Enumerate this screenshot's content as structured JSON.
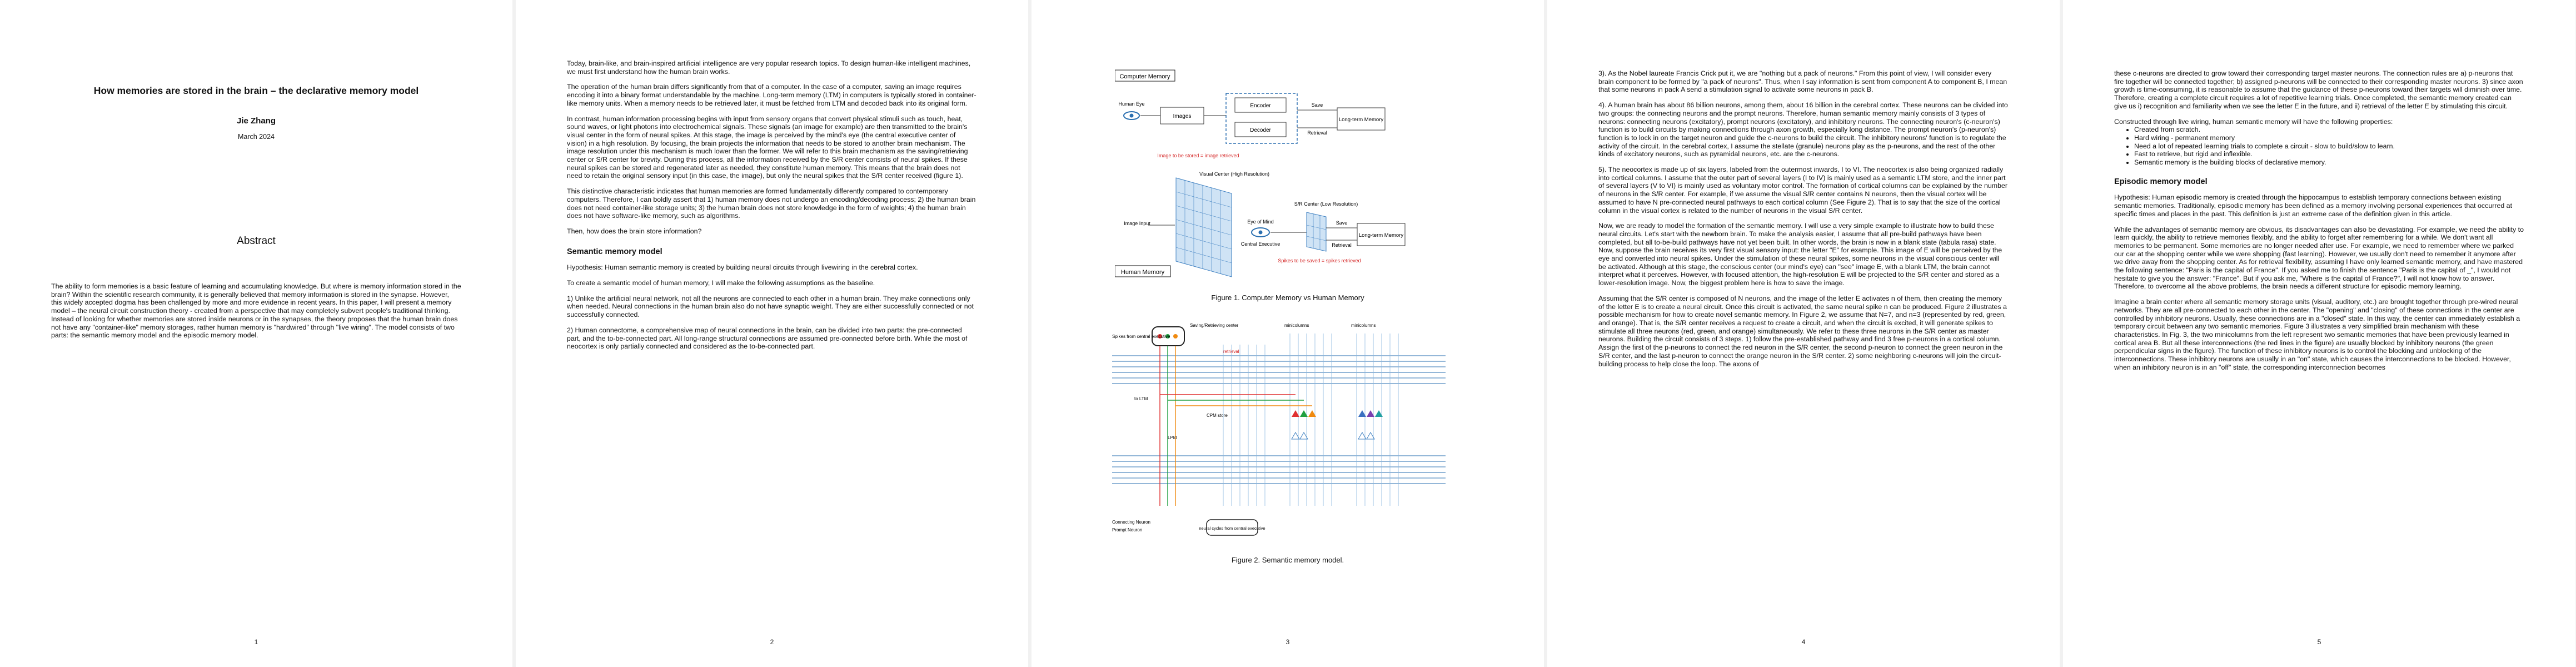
{
  "pages": [
    {
      "number": "1",
      "title": "How memories are stored in the brain – the declarative memory model",
      "author": "Jie Zhang",
      "date": "March 2024",
      "abstract_heading": "Abstract",
      "abstract": "The ability to form memories is a basic feature of learning and accumulating knowledge. But where is memory information stored in the brain? Within the scientific research community, it is generally believed that memory information is stored in the synapse. However, this widely accepted dogma has been challenged by more and more evidence in recent years. In this paper, I will present a memory model – the neural circuit construction theory - created from a perspective that may completely subvert people's traditional thinking. Instead of looking for whether memories are stored inside neurons or in the synapses, the theory proposes that the human brain does not have any \"container-like\" memory storages, rather human memory is \"hardwired\" through \"live wiring\". The model consists of two parts: the semantic memory model and the episodic memory model."
    },
    {
      "number": "2",
      "paragraphs": [
        "Today, brain-like, and brain-inspired artificial intelligence are very popular research topics. To design human-like intelligent machines, we must first understand how the human brain works.",
        "The operation of the human brain differs significantly from that of a computer. In the case of a computer, saving an image requires encoding it into a binary format understandable by the machine. Long-term memory (LTM) in computers is typically stored in container-like memory units. When a memory needs to be retrieved later, it must be fetched from LTM and decoded back into its original form.",
        "In contrast, human information processing begins with input from sensory organs that convert physical stimuli such as touch, heat, sound waves, or light photons into electrochemical signals. These signals (an image for example) are then transmitted to the brain's visual center in the form of neural spikes. At this stage, the image is perceived by the mind's eye (the central executive center of vision) in a high resolution. By focusing, the brain projects the information that needs to be stored to another brain mechanism. The image resolution under this mechanism is much lower than the former. We will refer to this brain mechanism as the saving/retrieving center or S/R center for brevity. During this process, all the information received by the S/R center consists of neural spikes. If these neural spikes can be stored and regenerated later as needed, they constitute human memory. This means that the brain does not need to retain the original sensory input (in this case, the image), but only the neural spikes that the S/R center received (figure 1).",
        "This distinctive characteristic indicates that human memories are formed fundamentally differently compared to contemporary computers. Therefore, I can boldly assert that 1) human memory does not undergo an encoding/decoding process; 2) the human brain does not need container-like storage units; 3) the human brain does not store knowledge in the form of weights; 4) the human brain does not have software-like memory, such as algorithms.",
        "Then, how does the brain store information?"
      ],
      "section": "Semantic memory model",
      "paragraphs2": [
        "Hypothesis: Human semantic memory is created by building neural circuits through livewiring in the cerebral cortex.",
        "To create a semantic model of human memory, I will make the following assumptions as the baseline.",
        "1) Unlike the artificial neural network, not all the neurons are connected to each other in a human brain. They make connections only when needed. Neural connections in the human brain also do not have synaptic weight. They are either successfully connected or not successfully connected.",
        "2) Human connectome, a comprehensive map of neural connections in the brain, can be divided into two parts: the pre-connected part, and the to-be-connected part. All long-range structural connections are assumed pre-connected before birth. While the most of neocortex is only partially connected and considered as the to-be-connected part."
      ]
    },
    {
      "number": "3",
      "figure1": {
        "title_top": "Computer Memory",
        "human_eye": "Human Eye",
        "images": "Images",
        "encoder": "Encoder",
        "decoder": "Decoder",
        "save": "Save",
        "retrieval": "Retrieval",
        "ltm": "Long-term Memory",
        "red_note_top": "Image to be stored = image retrieved",
        "visual_center": "Visual Center (High Resolution)",
        "sr_center": "S/R Center (Low Resolution)",
        "image_input": "Image Input",
        "eye_of_mind": "Eye of Mind",
        "central_exec": "Central Executive",
        "save2": "Save",
        "retrieval2": "Retrieval",
        "ltm2": "Long-term Memory",
        "red_note_bottom": "Spikes to be saved = spikes retrieved",
        "title_bottom": "Human Memory",
        "caption": "Figure 1. Computer Memory vs Human Memory"
      },
      "figure2": {
        "sr_center": "Saving/Retrieving center",
        "spikes_from": "Spikes from central executive",
        "minicolumns1": "minicolumns",
        "minicolumns2": "minicolumns",
        "retrieval": "retrieval",
        "to_ltm": "to LTM",
        "lpm": "LPM",
        "cpm_store": "CPM store",
        "connecting": "Connecting Neuron",
        "prompt": "Prompt Neuron",
        "neural_cycle": "neural cycles from central executive",
        "caption": "Figure 2. Semantic memory model."
      }
    },
    {
      "number": "4",
      "paragraphs": [
        "3). As the Nobel laureate Francis Crick put it, we are \"nothing but a pack of neurons.\" From this point of view, I will consider every brain component to be formed by \"a pack of neurons\". Thus, when I say information is sent from component A to component B, I mean that some neurons in pack A send a stimulation signal to activate some neurons in pack B.",
        "4). A human brain has about 86 billion neurons, among them, about 16 billion in the cerebral cortex. These neurons can be divided into two groups: the connecting neurons and the prompt neurons. Therefore, human semantic memory mainly consists of 3 types of neurons: connecting neurons (excitatory), prompt neurons (excitatory), and inhibitory neurons. The connecting neuron's (c-neuron's) function is to build circuits by making connections through axon growth, especially long distance. The prompt neuron's (p-neuron's) function is to lock in on the target neuron and guide the c-neurons to build the circuit. The inhibitory neurons' function is to regulate the activity of the circuit. In the cerebral cortex, I assume the stellate (granule) neurons play as the p-neurons, and the rest of the other kinds of excitatory neurons, such as pyramidal neurons, etc. are the c-neurons.",
        "5). The neocortex is made up of six layers, labeled from the outermost inwards, I to VI. The neocortex is also being organized radially into cortical columns. I assume that the outer part of several layers (I to IV) is mainly used as a semantic LTM store, and the inner part of several layers (V to VI) is mainly used as voluntary motor control. The formation of cortical columns can be explained by the number of neurons in the S/R center. For example, if we assume the visual S/R center contains N neurons, then the visual cortex will be assumed to have N pre-connected neural pathways to each cortical column (See Figure 2). That is to say that the size of the cortical column in the visual cortex is related to the number of neurons in the visual S/R center.",
        "Now, we are ready to model the formation of the semantic memory. I will use a very simple example to illustrate how to build these neural circuits. Let's start with the newborn brain. To make the analysis easier, I assume that all pre-build pathways have been completed, but all to-be-build pathways have not yet been built. In other words, the brain is now in a blank state (tabula rasa) state. Now, suppose the brain receives its very first visual sensory input: the letter \"E\" for example. This image of E will be perceived by the eye and converted into neural spikes. Under the stimulation of these neural spikes, some neurons in the visual conscious center will be activated. Although at this stage, the conscious center (our mind's eye) can \"see\" image E, with a blank LTM, the brain cannot interpret what it perceives. However, with focused attention, the high-resolution E will be projected to the S/R center and stored as a lower-resolution image. Now, the biggest problem here is how to save the image.",
        "Assuming that the S/R center is composed of N neurons, and the image of the letter E activates n of them, then creating the memory of the letter E is to create a neural circuit. Once this circuit is activated, the same neural spike n can be produced. Figure 2 illustrates a possible mechanism for how to create novel semantic memory. In Figure 2, we assume that N=7, and n=3 (represented by red, green, and orange). That is, the S/R center receives a request to create a circuit, and when the circuit is excited, it will generate spikes to stimulate all three neurons (red, green, and orange) simultaneously. We refer to these three neurons in the S/R center as master neurons. Building the circuit consists of 3 steps. 1) follow the pre-established pathway and find 3 free p-neurons in a cortical column. Assign the first of the p-neurons to connect the red neuron in the S/R center, the second p-neuron to connect the green neuron in the S/R center, and the last p-neuron to connect the orange neuron in the S/R center. 2) some neighboring c-neurons will join the circuit-building process to help close the loop. The axons of"
      ]
    },
    {
      "number": "5",
      "paragraphs": [
        "these c-neurons are directed to grow toward their corresponding target master neurons. The connection rules are a) p-neurons that fire together will be connected together; b) assigned p-neurons will be connected to their corresponding master neurons. 3) since axon growth is time-consuming, it is reasonable to assume that the guidance of these p-neurons toward their targets will diminish over time. Therefore, creating a complete circuit requires a lot of repetitive learning trials. Once completed, the semantic memory created can give us i) recognition and familiarity when we see the letter E in the future, and ii) retrieval of the letter E by stimulating this circuit.",
        "Constructed through live wiring, human semantic memory will have the following properties:"
      ],
      "bullets": [
        "Created from scratch.",
        "Hard wiring - permanent memory",
        "Need a lot of repeated learning trials to complete a circuit - slow to build/slow to learn.",
        "Fast to retrieve, but rigid and inflexible.",
        "Semantic memory is the building blocks of declarative memory."
      ],
      "section": "Episodic memory model",
      "paragraphs2": [
        "Hypothesis: Human episodic memory is created through the hippocampus to establish temporary connections between existing semantic memories. Traditionally, episodic memory has been defined as a memory involving personal experiences that occurred at specific times and places in the past. This definition is just an extreme case of the definition given in this article.",
        "While the advantages of semantic memory are obvious, its disadvantages can also be devastating. For example, we need the ability to learn quickly, the ability to retrieve memories flexibly, and the ability to forget after remembering for a while. We don't want all memories to be permanent. Some memories are no longer needed after use. For example, we need to remember where we parked our car at the shopping center while we were shopping (fast learning). However, we usually don't need to remember it anymore after we drive away from the shopping center. As for retrieval flexibility, assuming I have only learned semantic memory, and have mastered the following sentence: \"Paris is the capital of France\". If you asked me to finish the sentence \"Paris is the capital of _\", I would not hesitate to give you the answer: \"France\". But if you ask me, \"Where is the capital of France?\", I will not know how to answer. Therefore, to overcome all the above problems, the brain needs a different structure for episodic memory learning.",
        "Imagine a brain center where all semantic memory storage units (visual, auditory, etc.) are brought together through pre-wired neural networks. They are all pre-connected to each other in the center. The \"opening\" and \"closing\" of these connections in the center are controlled by inhibitory neurons. Usually, these connections are in a \"closed\" state. In this way, the center can immediately establish a temporary circuit between any two semantic memories. Figure 3 illustrates a very simplified brain mechanism with these characteristics. In Fig. 3, the two minicolumns from the left represent two semantic memories that have been previously learned in cortical area B. But all these interconnections (the red lines in the figure) are usually blocked by inhibitory neurons (the green perpendicular signs in the figure). The function of these inhibitory neurons is to control the blocking and unblocking of the interconnections. These inhibitory neurons are usually in an \"on\" state, which causes the interconnections to be blocked. However, when an inhibitory neuron is in an \"off\" state, the corresponding interconnection becomes"
      ]
    }
  ]
}
